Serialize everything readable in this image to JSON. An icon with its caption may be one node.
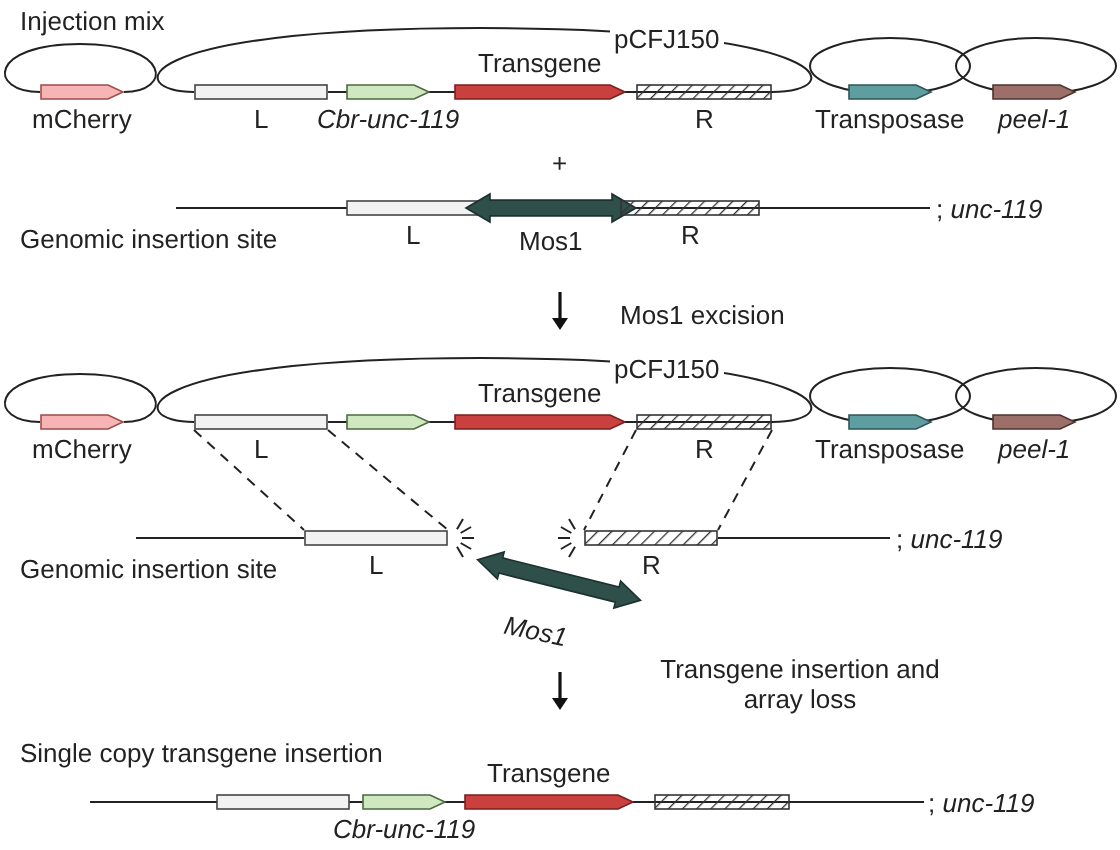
{
  "diagram": {
    "nodes": [
      {
        "text": [
          "mCherry"
        ]
      },
      {
        "text": [
          "L"
        ]
      },
      {
        "text": [
          "Cbr-unc-119"
        ]
      },
      {
        "text": [
          "Transgene"
        ]
      },
      {
        "text": [
          "R"
        ]
      },
      {
        "text": [
          "Transposase"
        ]
      },
      {
        "text": [
          "peel-1"
        ]
      },
      {
        "text": [
          "L"
        ]
      },
      {
        "text": [
          "Mos1"
        ]
      },
      {
        "text": [
          "R"
        ]
      },
      {
        "text": [
          "mCherry"
        ]
      },
      {
        "text": [
          "L"
        ]
      },
      {
        "text": [],
        "shape": "box"
      },
      {
        "text": [
          "Transgene"
        ]
      },
      {
        "text": [
          "R"
        ]
      },
      {
        "text": [
          "Transposase"
        ]
      },
      {
        "text": [
          "peel-1"
        ]
      },
      {
        "text": [
          "L"
        ]
      },
      {
        "text": [
          "R"
        ]
      },
      {
        "text": [
          "Mos1"
        ]
      },
      {
        "text": [],
        "shape": "box"
      },
      {
        "text": [
          "Cbr-unc-119"
        ]
      },
      {
        "text": [
          "Transgene"
        ]
      },
      {
        "text": [],
        "shape": "box"
      }
    ],
    "edges": [
      {
        "from": 11,
        "to": 17,
        "arrow": "none",
        "style": "dashed"
      },
      {
        "from": 11,
        "to": 17,
        "arrow": "none",
        "style": "dashed"
      },
      {
        "from": 14,
        "to": 18,
        "arrow": "none",
        "style": "dashed"
      },
      {
        "from": 14,
        "to": 18,
        "arrow": "none",
        "style": "dashed"
      }
    ],
    "labels": [
      "Injection mix",
      "pCFJ150",
      "+",
      "Genomic insertion site",
      "; *unc-119*",
      "Mos1 excision",
      "pCFJ150",
      "Genomic insertion site",
      "; *unc-119*",
      "Transgene insertion and array loss",
      "Single copy transgene insertion",
      "; *unc-119*"
    ]
  }
}
